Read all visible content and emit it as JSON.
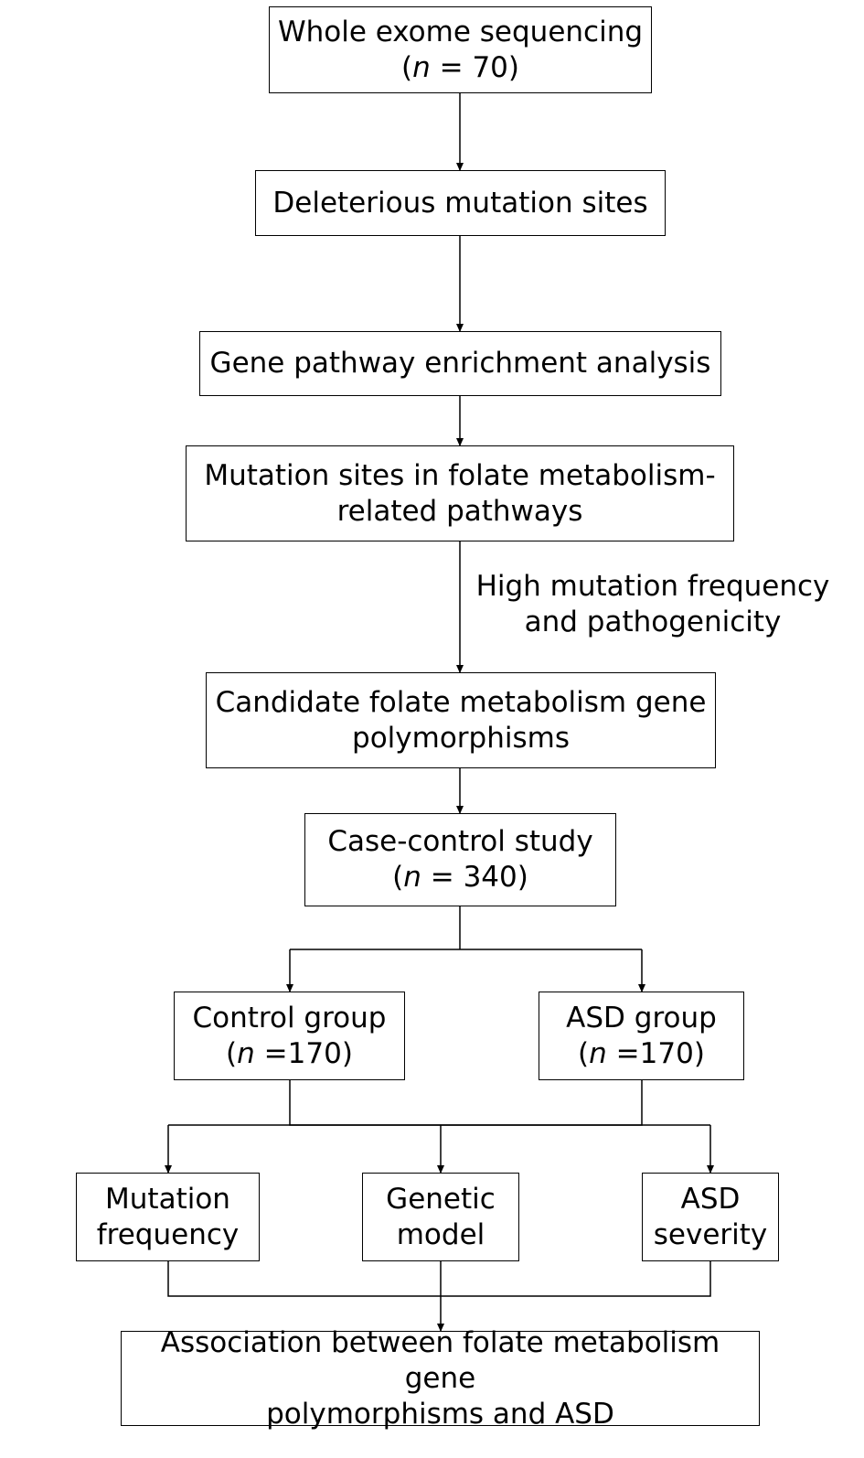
{
  "nodes": {
    "wes": {
      "line1": "Whole exome sequencing",
      "n_value": "70"
    },
    "deleterious": {
      "line1": "Deleterious mutation sites"
    },
    "enrichment": {
      "line1": "Gene pathway enrichment analysis"
    },
    "folate_sites": {
      "line1": "Mutation sites in folate metabolism-",
      "line2": "related pathways"
    },
    "candidate": {
      "line1": "Candidate folate metabolism gene",
      "line2": "polymorphisms"
    },
    "case_control": {
      "line1": "Case-control study",
      "n_value": "340"
    },
    "control": {
      "line1": "Control group",
      "n_value": "170"
    },
    "asd": {
      "line1": "ASD group",
      "n_value": "170"
    },
    "mut_freq": {
      "line1": "Mutation",
      "line2": "frequency"
    },
    "genetic": {
      "line1": "Genetic",
      "line2": "model"
    },
    "severity": {
      "line1": "ASD",
      "line2": "severity"
    },
    "association": {
      "line1": "Association between folate metabolism gene",
      "line2": "polymorphisms and ASD"
    }
  },
  "edge_label": {
    "line1": "High mutation frequency",
    "line2": "and pathogenicity"
  },
  "n_symbol": "n"
}
